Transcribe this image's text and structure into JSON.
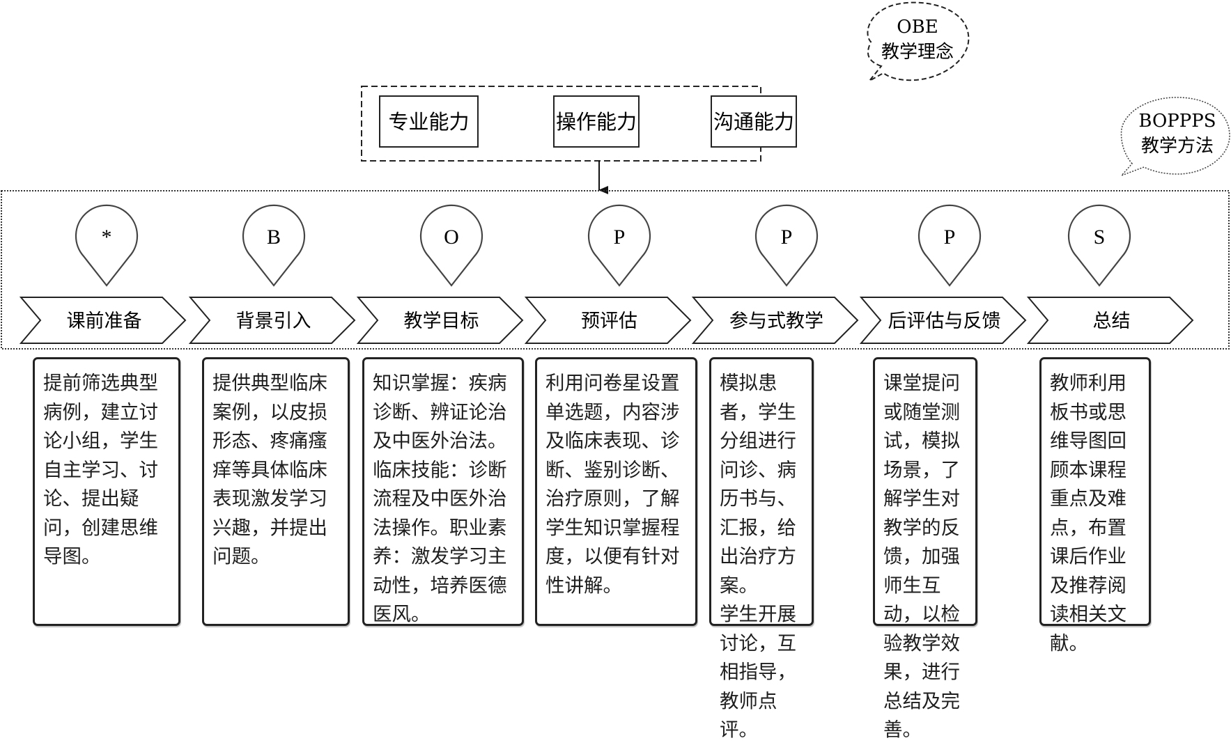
{
  "concept_bubble": {
    "line1": "OBE",
    "line2": "教学理念"
  },
  "method_bubble": {
    "line1": "BOPPPS",
    "line2": "教学方法"
  },
  "abilities": [
    {
      "label": "专业能力"
    },
    {
      "label": "操作能力"
    },
    {
      "label": "沟通能力"
    }
  ],
  "stages": [
    {
      "letter": "*",
      "label": "课前准备",
      "description": "提前筛选典型病例，建立讨论小组，学生自主学习、讨论、提出疑问，创建思维导图。"
    },
    {
      "letter": "B",
      "label": "背景引入",
      "description": "提供典型临床案例，以皮损形态、疼痛瘙痒等具体临床表现激发学习兴趣，并提出问题。"
    },
    {
      "letter": "O",
      "label": "教学目标",
      "description": "知识掌握：疾病诊断、辨证论治及中医外治法。临床技能：诊断流程及中医外治法操作。职业素养：激发学习主动性，培养医德医风。"
    },
    {
      "letter": "P",
      "label": "预评估",
      "description": "利用问卷星设置单选题，内容涉及临床表现、诊断、鉴别诊断、治疗原则，了解学生知识掌握程度，以便有针对性讲解。"
    },
    {
      "letter": "P",
      "label": "参与式教学",
      "description": "模拟患者，学生分组进行问诊、病历书与、汇报，给出治疗方案。\n学生开展讨论，互相指导，教师点评。"
    },
    {
      "letter": "P",
      "label": "后评估与反馈",
      "description": "课堂提问或随堂测试，模拟场景，了解学生对教学的反馈，加强师生互动，以检验教学效果，进行总结及完善。"
    },
    {
      "letter": "S",
      "label": "总结",
      "description": "教师利用板书或思维导图回顾本课程重点及难点，布置课后作业及推荐阅读相关文献。"
    }
  ]
}
